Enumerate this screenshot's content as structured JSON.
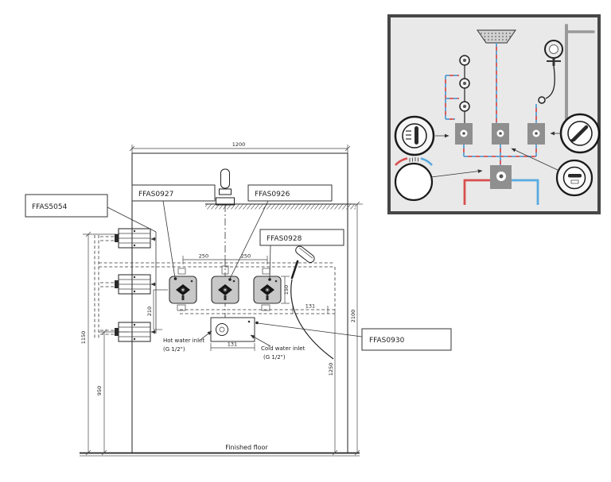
{
  "drawing": {
    "part_labels": {
      "body_spray": "FFAS5054",
      "valve_left": "FFAS0927",
      "valve_center": "FFAS0926",
      "valve_right": "FFAS0928",
      "shower_system": "FFAS0930"
    },
    "dimensions": {
      "top_width": "1200",
      "valve_spacing_left": "250",
      "valve_spacing_right": "250",
      "valve_drop": "210",
      "valve_height": "150",
      "outlet_offset": "131",
      "inlet_spacing": "131",
      "left_outer_height": "1150",
      "left_inner_height": "950",
      "right_outer_height": "2100",
      "right_inner_height": "1250"
    },
    "annotations": {
      "hot_inlet_line1": "Hot water inlet",
      "hot_inlet_line2": "(G 1/2\")",
      "cold_inlet_line1": "Cold water inlet",
      "cold_inlet_line2": "(G 1/2\")",
      "finished_floor": "Finished floor"
    }
  },
  "inset": {
    "colors": {
      "hot_pipe": "#d84f4f",
      "cold_pipe": "#58aadf",
      "fixture_gray": "#8f8f8f",
      "panel_background": "#e9e9e9",
      "panel_border": "#474747"
    }
  }
}
